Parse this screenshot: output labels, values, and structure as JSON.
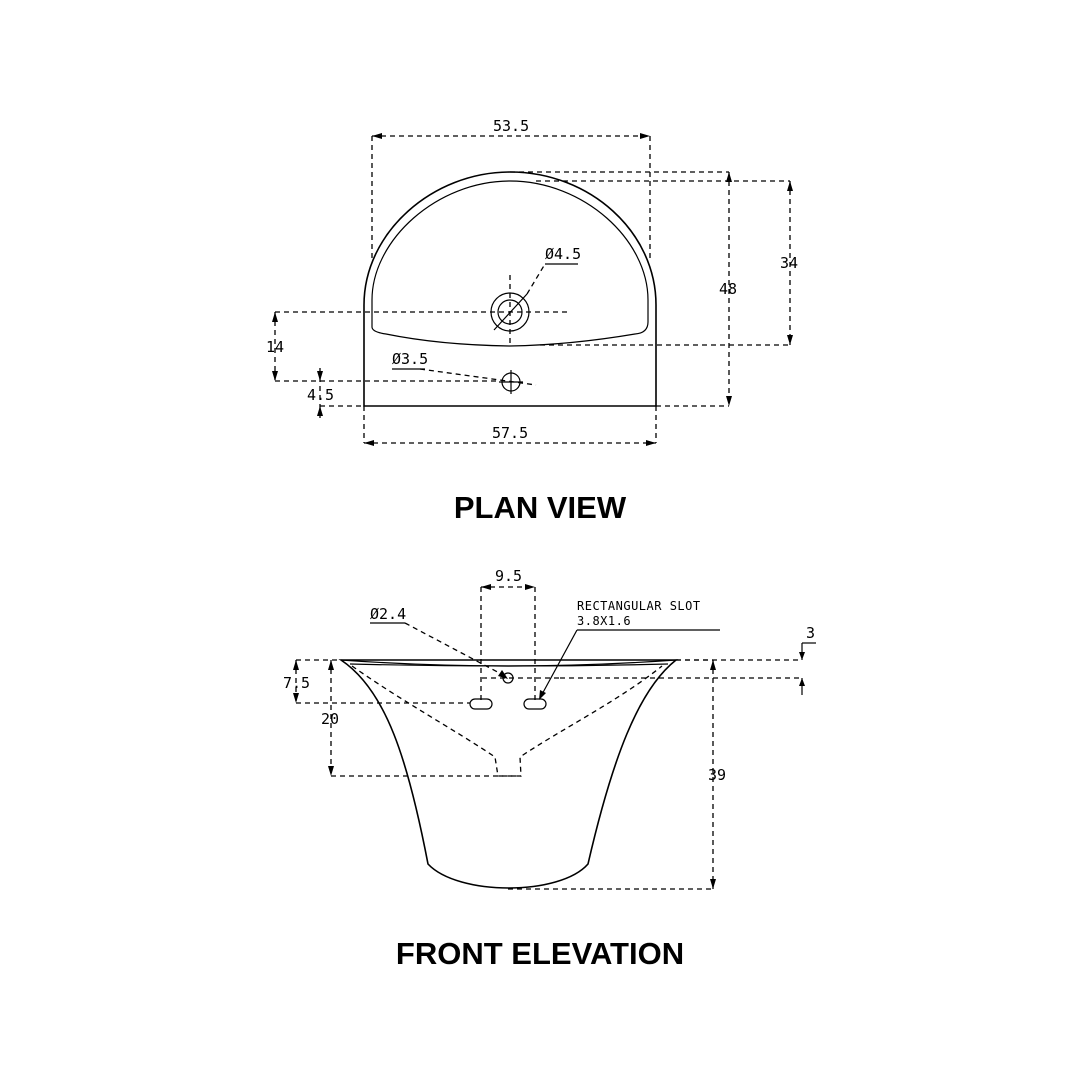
{
  "plan_view": {
    "title": "PLAN VIEW",
    "dims": {
      "top_width": "53.5",
      "bottom_width": "57.5",
      "depth_total": "48",
      "bowl_depth": "34",
      "drain_offset": "14",
      "tap_offset": "4.5",
      "drain_diameter": "Ø4.5",
      "tap_diameter": "Ø3.5"
    }
  },
  "front_elevation": {
    "title": "FRONT ELEVATION",
    "dims": {
      "slot_spacing": "9.5",
      "hole_diameter": "Ø2.4",
      "slot_label": "RECTANGULAR SLOT",
      "slot_size": "3.8X1.6",
      "rim_thickness": "3",
      "slot_height": "7.5",
      "bowl_height": "20",
      "total_height": "39"
    }
  }
}
